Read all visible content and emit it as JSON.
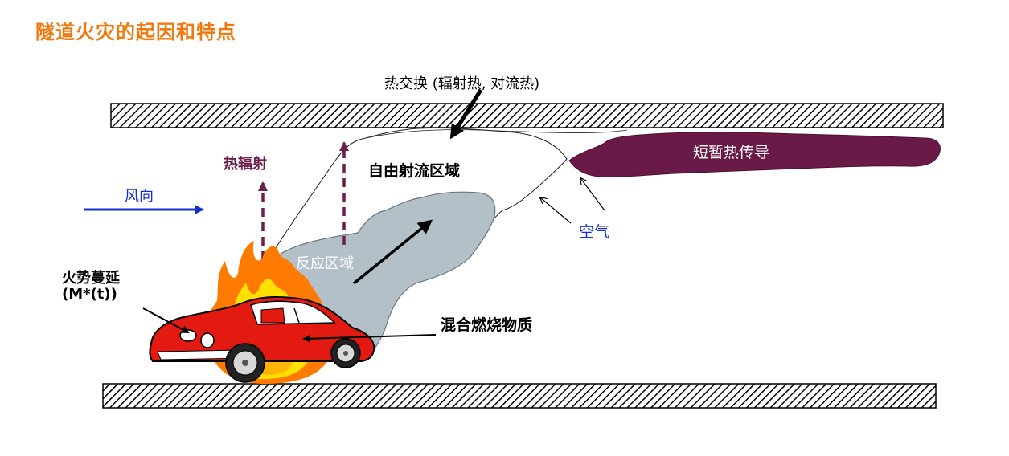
{
  "title": "隧道火灾的起因和特点",
  "labels": {
    "heat_exchange": "热交换 (辐射热, 对流热)",
    "heat_radiation": "热辐射",
    "free_jet_zone": "自由射流区域",
    "short_heat_conduction": "短暂热传导",
    "wind_direction": "风向",
    "air": "空气",
    "reaction_zone": "反应区域",
    "fire_spread": "火势蔓延",
    "fire_spread_formula": "(M*(t))",
    "mixed_fuel": "混合燃烧物质"
  },
  "colors": {
    "title": "#f07a10",
    "heat_radiation": "#6b1f4a",
    "conduction_fill": "#6a1a47",
    "wind": "#1530d0",
    "reaction_zone_fill": "#b4c0c8",
    "car_body": "#e31a12",
    "flame_outer": "#ff7a00",
    "flame_inner": "#ffe000"
  }
}
